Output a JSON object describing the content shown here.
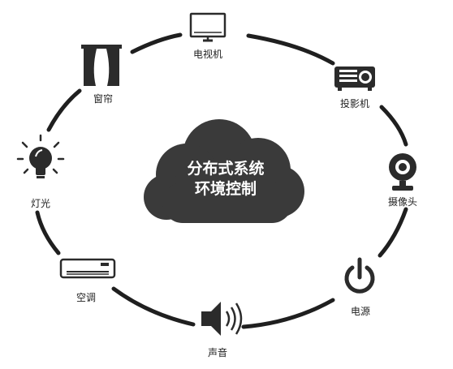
{
  "center": {
    "line1": "分布式系统",
    "line2": "环境控制"
  },
  "devices": [
    {
      "id": "tv",
      "label": "电视机",
      "icon": "tv-icon"
    },
    {
      "id": "projector",
      "label": "投影机",
      "icon": "projector-icon"
    },
    {
      "id": "camera",
      "label": "摄像头",
      "icon": "webcam-icon"
    },
    {
      "id": "power",
      "label": "电源",
      "icon": "power-icon"
    },
    {
      "id": "speaker",
      "label": "声音",
      "icon": "speaker-icon"
    },
    {
      "id": "ac",
      "label": "空调",
      "icon": "air-conditioner-icon"
    },
    {
      "id": "light",
      "label": "灯光",
      "icon": "lightbulb-icon"
    },
    {
      "id": "curtain",
      "label": "窗帘",
      "icon": "curtain-icon"
    }
  ],
  "colors": {
    "ring": "#1f1f1f",
    "cloud": "#3a3a3a",
    "icon": "#2b2b2b"
  }
}
